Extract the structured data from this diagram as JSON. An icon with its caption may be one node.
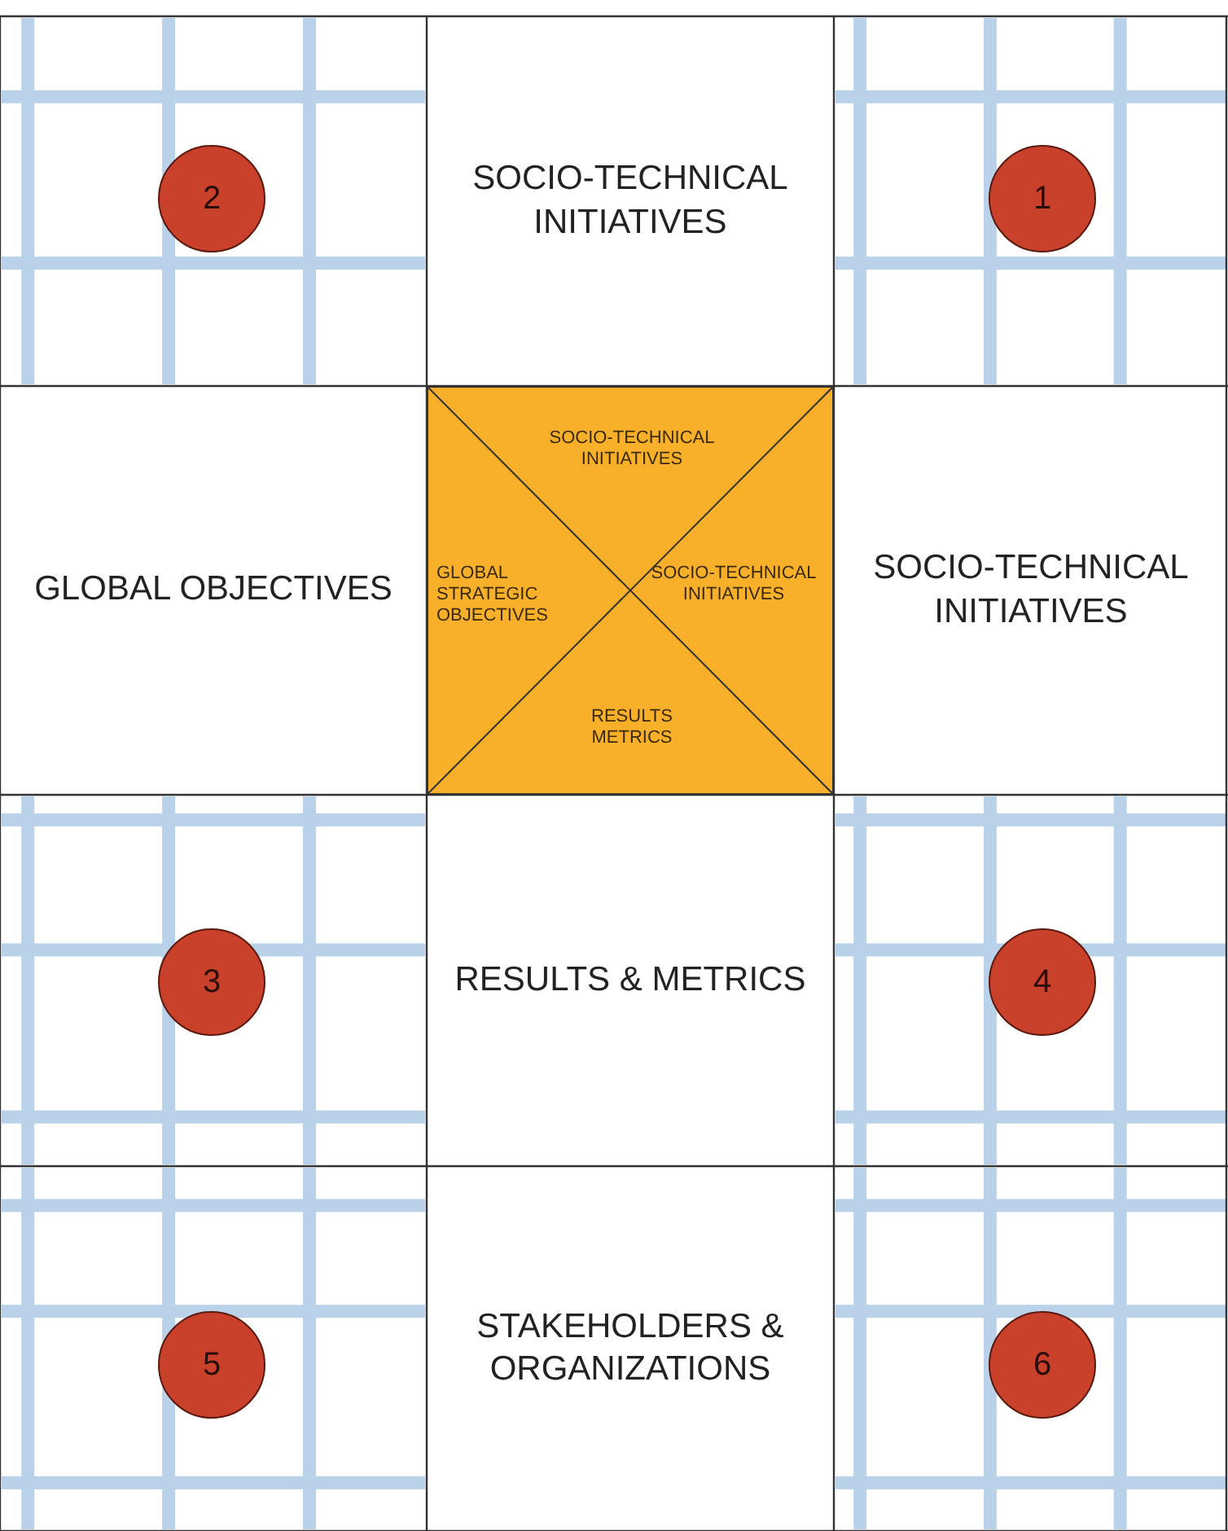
{
  "diagram": {
    "nodes": [
      {
        "text": [
          "2"
        ]
      },
      {
        "text": [
          "SOCIO-TECHNICAL INITIATIVES"
        ]
      },
      {
        "text": [
          "1"
        ]
      },
      {
        "text": [
          "GLOBAL OBJECTIVES"
        ]
      },
      {
        "text": [
          "SOCIO-TECHNICAL INITIATIVES",
          "GLOBAL STRATEGIC OBJECTIVES",
          "SOCIO-TECHNICAL INITIATIVES",
          "RESULTS METRICS"
        ]
      },
      {
        "text": [
          "SOCIO-TECHNICAL INITIATIVES"
        ]
      },
      {
        "text": [
          "3"
        ]
      },
      {
        "text": [
          "RESULTS & METRICS"
        ]
      },
      {
        "text": [
          "4"
        ]
      },
      {
        "text": [
          "5"
        ]
      },
      {
        "text": [
          "STAKEHOLDERS & ORGANIZATIONS"
        ]
      },
      {
        "text": [
          "6"
        ]
      }
    ],
    "edges": []
  }
}
